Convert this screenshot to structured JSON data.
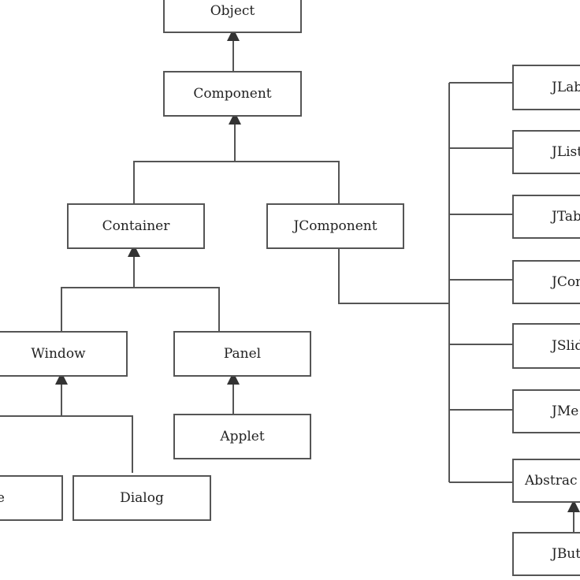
{
  "diagram": {
    "nodes": {
      "object": "Object",
      "component": "Component",
      "container": "Container",
      "jcomponent": "JComponent",
      "window": "Window",
      "panel": "Panel",
      "applet": "Applet",
      "frame": "Frame",
      "dialog": "Dialog",
      "jlabel": "JLab",
      "jlist": "JList",
      "jtable": "JTab",
      "jcombobox": "JCom",
      "jslider": "JSlid",
      "jmenu": "JMe",
      "abstractbutton": "Abstrac",
      "jbutton": "JBut"
    },
    "colors": {
      "line": "#555555",
      "box_border": "#555555",
      "text": "#222222"
    }
  }
}
